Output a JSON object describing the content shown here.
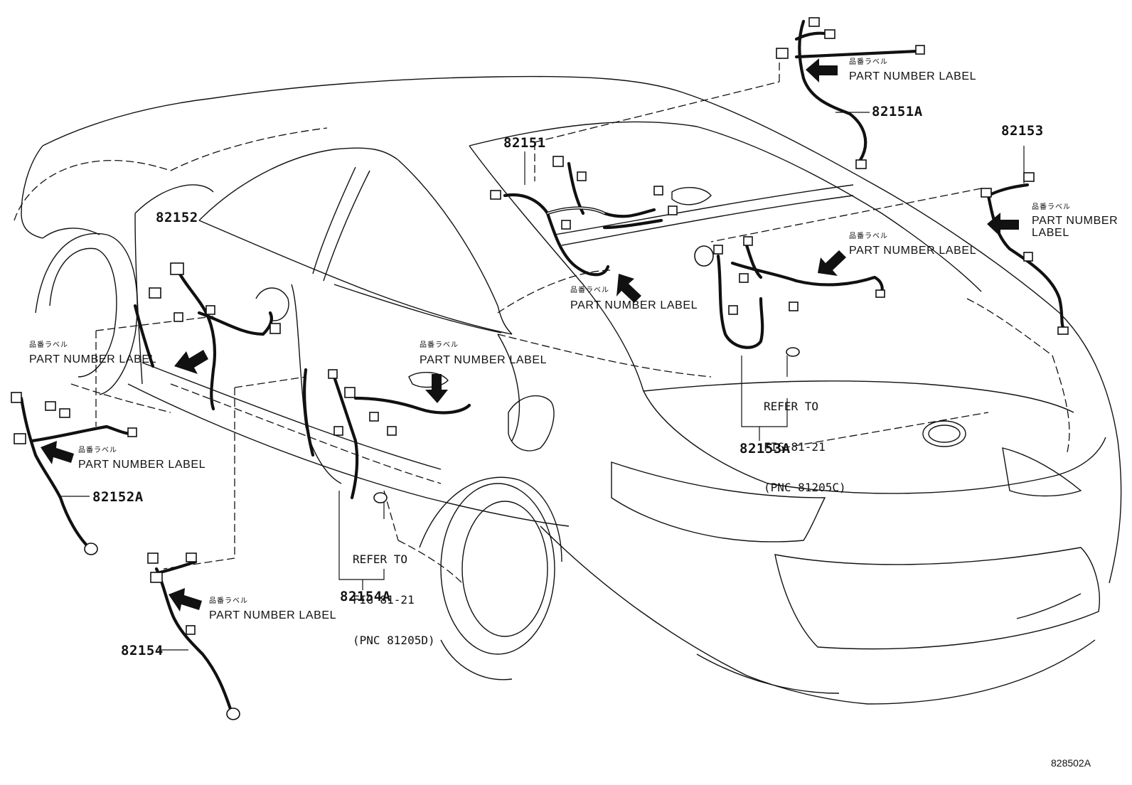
{
  "figure_number": "828502A",
  "part_label": {
    "jp": "品番ラベル",
    "en": "PART NUMBER LABEL",
    "en_line1": "PART NUMBER",
    "en_line2": "LABEL"
  },
  "parts": {
    "p82151": "82151",
    "p82151A": "82151A",
    "p82152": "82152",
    "p82152A": "82152A",
    "p82153": "82153",
    "p82153A": "82153A",
    "p82154": "82154",
    "p82154A": "82154A"
  },
  "references": {
    "ref_c": {
      "line1": "REFER TO",
      "line2": "FIG 81-21",
      "line3": "(PNC 81205C)"
    },
    "ref_d": {
      "line1": "REFER TO",
      "line2": "FIG 81-21",
      "line3": "(PNC 81205D)"
    }
  }
}
